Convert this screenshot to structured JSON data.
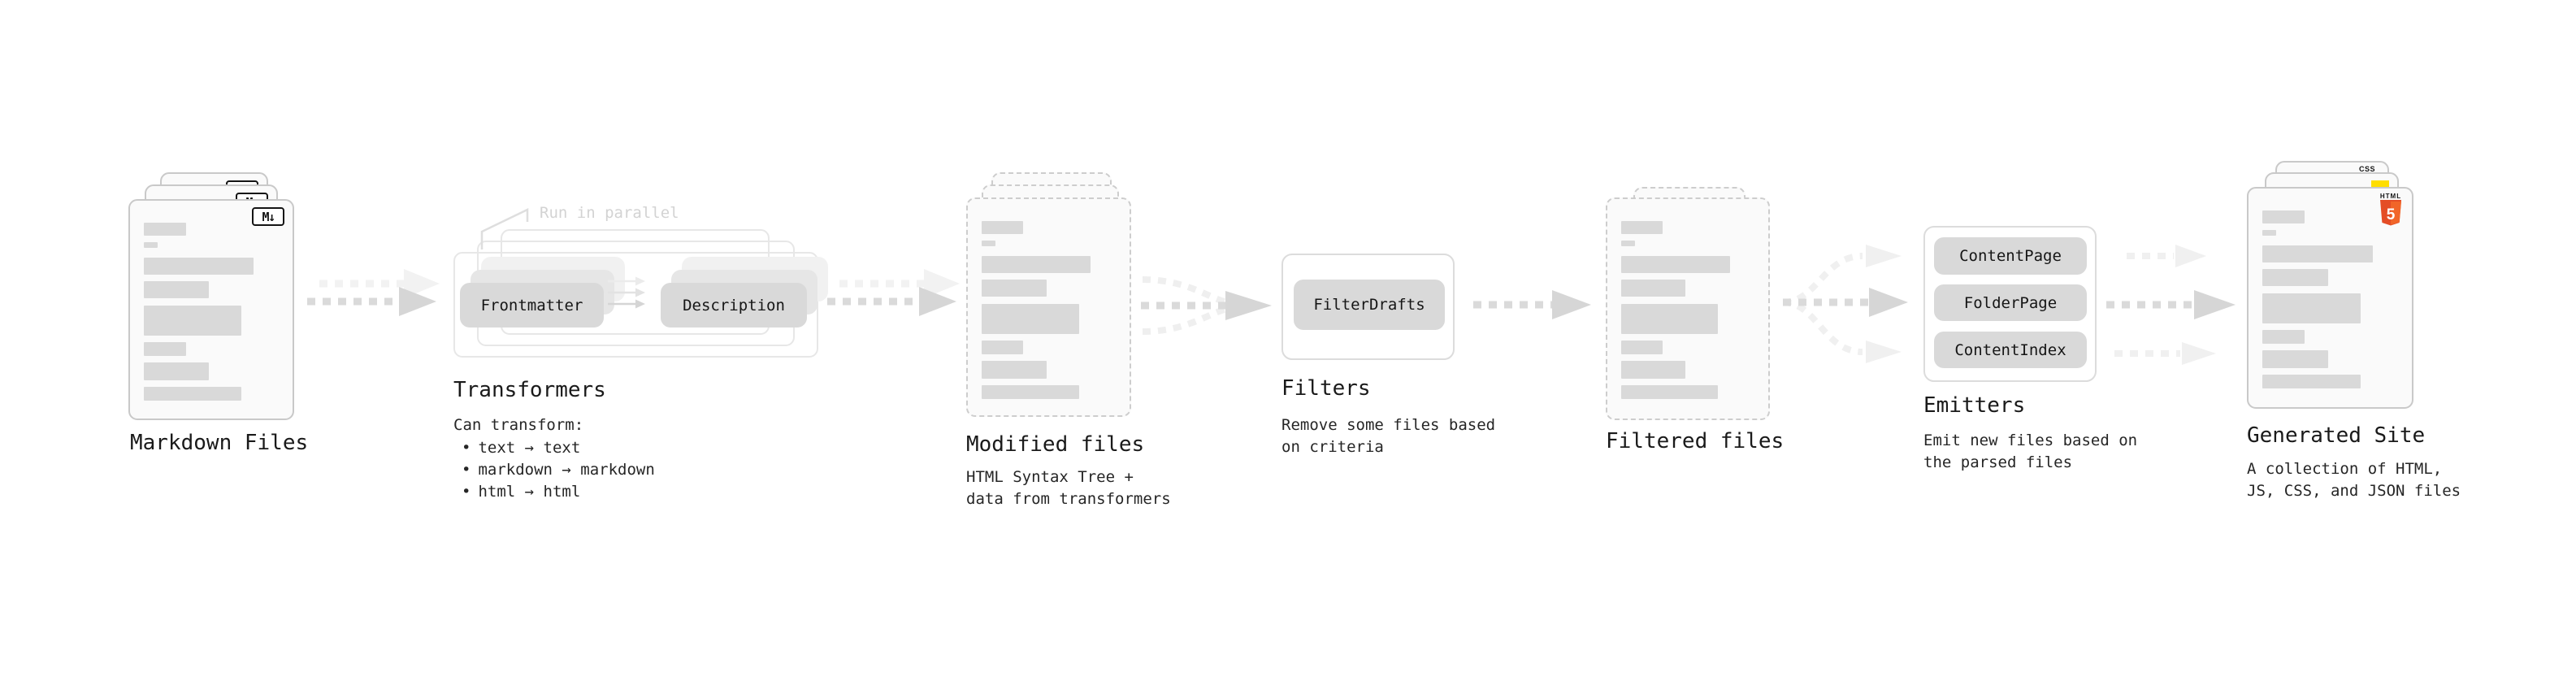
{
  "diagram": {
    "markdown_files": {
      "label": "Markdown Files",
      "file_badge": "M↓"
    },
    "transformers": {
      "annotation": "Run in parallel",
      "node_left": "Frontmatter",
      "node_right": "Description",
      "title": "Transformers",
      "subtitle_heading": "Can transform:",
      "bullet_char": "•",
      "bullets": [
        "text → text",
        "markdown → markdown",
        "html → html"
      ]
    },
    "modified_files": {
      "label": "Modified files",
      "subtitle_line1": "HTML Syntax Tree +",
      "subtitle_line2": "data from transformers"
    },
    "filters": {
      "title": "Filters",
      "node": "FilterDrafts",
      "subtitle_line1": "Remove some files based",
      "subtitle_line2": "on criteria"
    },
    "filtered_files": {
      "label": "Filtered files"
    },
    "emitters": {
      "title": "Emitters",
      "nodes": [
        "ContentPage",
        "FolderPage",
        "ContentIndex"
      ],
      "subtitle_line1": "Emit new files based on",
      "subtitle_line2": "the parsed files"
    },
    "generated_site": {
      "label": "Generated Site",
      "subtitle_line1": "A collection of HTML,",
      "subtitle_line2": "JS, CSS, and JSON files",
      "css_badge": "CSS",
      "html_badge": "HTML",
      "html5_number": "5"
    },
    "colors": {
      "css_blue": "#2962ff",
      "js_yellow": "#ffde00",
      "html_orange": "#e44d26",
      "html_orange_light": "#f16529",
      "placeholder_gray": "#d9d9d9",
      "arrow_gray": "#d6d6d6",
      "arrow_light": "#f0f0f0"
    }
  }
}
